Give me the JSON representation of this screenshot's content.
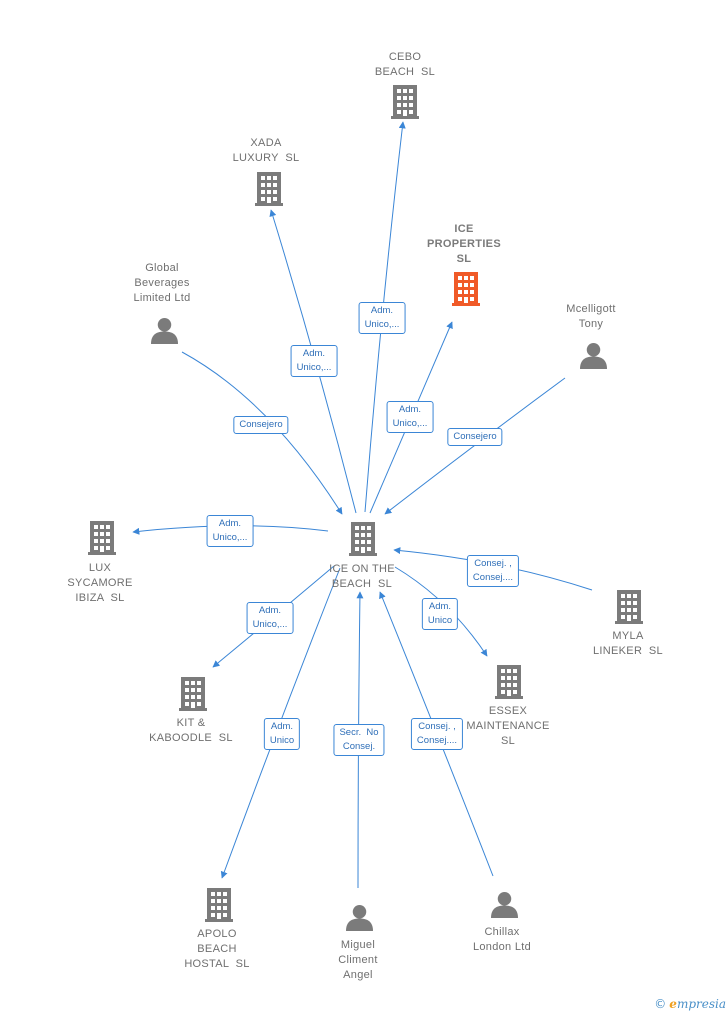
{
  "colors": {
    "edge": "#3b86d6",
    "building": "#7b7b7b",
    "highlight": "#f05a28",
    "person": "#7b7b7b"
  },
  "nodes": {
    "center": {
      "lines": [
        "ICE ON THE",
        "BEACH  SL"
      ],
      "icon": "building-icon"
    },
    "cebo": {
      "lines": [
        "CEBO",
        "BEACH  SL"
      ],
      "icon": "building-icon"
    },
    "xada": {
      "lines": [
        "XADA",
        "LUXURY  SL"
      ],
      "icon": "building-icon"
    },
    "ice_prop": {
      "lines": [
        "ICE",
        "PROPERTIES",
        "SL"
      ],
      "icon": "building-icon"
    },
    "global": {
      "lines": [
        "Global",
        "Beverages",
        "Limited Ltd"
      ],
      "icon": "person-icon"
    },
    "mcelligott": {
      "lines": [
        "Mcelligott",
        "Tony"
      ],
      "icon": "person-icon"
    },
    "lux": {
      "lines": [
        "LUX",
        "SYCAMORE",
        "IBIZA  SL"
      ],
      "icon": "building-icon"
    },
    "myla": {
      "lines": [
        "MYLA",
        "LINEKER  SL"
      ],
      "icon": "building-icon"
    },
    "kit": {
      "lines": [
        "KIT &",
        "KABOODLE  SL"
      ],
      "icon": "building-icon"
    },
    "essex": {
      "lines": [
        "ESSEX",
        "MAINTENANCE",
        "SL"
      ],
      "icon": "building-icon"
    },
    "apolo": {
      "lines": [
        "APOLO",
        "BEACH",
        "HOSTAL  SL"
      ],
      "icon": "building-icon"
    },
    "miguel": {
      "lines": [
        "Miguel",
        "Climent",
        "Angel"
      ],
      "icon": "person-icon"
    },
    "chillax": {
      "lines": [
        "Chillax",
        "London Ltd"
      ],
      "icon": "person-icon"
    }
  },
  "edges": {
    "cebo": "Adm.\nUnico,...",
    "xada": "Adm.\nUnico,...",
    "ice_prop": "Adm.\nUnico,...",
    "global": "Consejero",
    "mcelligott": "Consejero",
    "lux": "Adm.\nUnico,...",
    "myla": "Consej. ,\nConsej....",
    "kit": "Adm.\nUnico,...",
    "essex": "Adm.\nUnico",
    "apolo": "Adm.\nUnico",
    "miguel": "Secr.  No\nConsej.",
    "chillax": "Consej. ,\nConsej...."
  },
  "brand": {
    "symbol": "©",
    "initial": "e",
    "rest": "mpresia"
  }
}
